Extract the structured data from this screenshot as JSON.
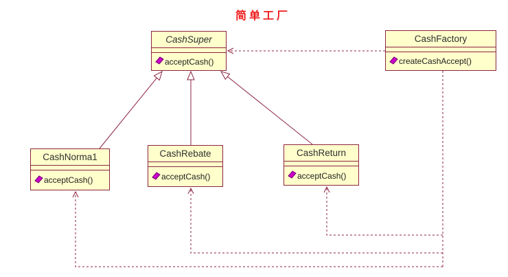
{
  "diagram_title": "简单工厂",
  "classes": [
    {
      "name": "CashSuper",
      "abstract": true,
      "attributes": [],
      "methods": [
        "acceptCash()"
      ]
    },
    {
      "name": "CashFactory",
      "abstract": false,
      "attributes": [],
      "methods": [
        "createCashAccept()"
      ]
    },
    {
      "name": "CashNorma1",
      "abstract": false,
      "attributes": [],
      "methods": [
        "acceptCash()"
      ]
    },
    {
      "name": "CashRebate",
      "abstract": false,
      "attributes": [],
      "methods": [
        "acceptCash()"
      ]
    },
    {
      "name": "CashReturn",
      "abstract": false,
      "attributes": [],
      "methods": [
        "acceptCash()"
      ]
    }
  ],
  "relations": [
    {
      "type": "generalization",
      "from": "CashNorma1",
      "to": "CashSuper"
    },
    {
      "type": "generalization",
      "from": "CashRebate",
      "to": "CashSuper"
    },
    {
      "type": "generalization",
      "from": "CashReturn",
      "to": "CashSuper"
    },
    {
      "type": "dependency",
      "from": "CashFactory",
      "to": "CashSuper"
    },
    {
      "type": "dependency",
      "from": "CashFactory",
      "to": "CashReturn"
    },
    {
      "type": "dependency",
      "from": "CashFactory",
      "to": "CashRebate"
    },
    {
      "type": "dependency",
      "from": "CashFactory",
      "to": "CashNorma1"
    }
  ],
  "colors": {
    "box_fill": "#FFFFCC",
    "box_border": "#8B2340",
    "connector": "#8B2340",
    "title_text": "#EE1C1C",
    "operation_icon": "#CC00CC"
  }
}
